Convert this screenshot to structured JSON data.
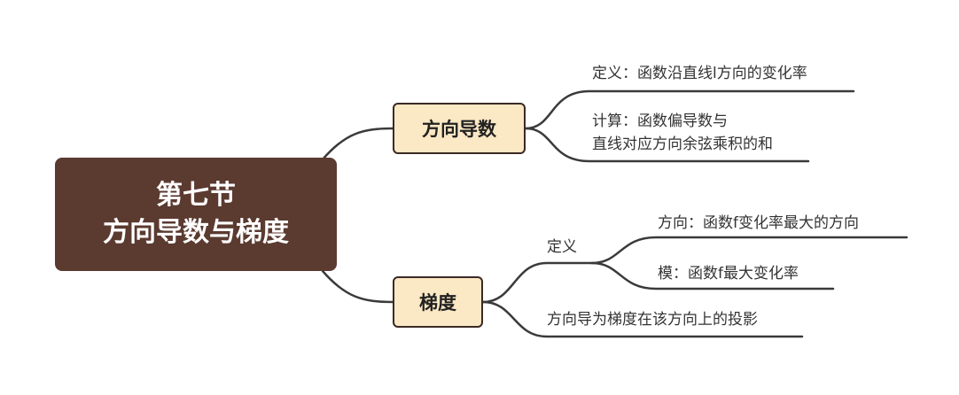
{
  "root": {
    "line1": "第七节",
    "line2": "方向导数与梯度"
  },
  "branches": [
    {
      "label": "方向导数",
      "children": [
        {
          "label": "定义：函数沿直线l方向的变化率"
        },
        {
          "line1": "计算：函数偏导数与",
          "line2": "直线对应方向余弦乘积的和"
        }
      ]
    },
    {
      "label": "梯度",
      "children": [
        {
          "label": "定义",
          "children": [
            {
              "label": "方向：函数f变化率最大的方向"
            },
            {
              "label": "模：函数f最大变化率"
            }
          ]
        },
        {
          "label": "方向导为梯度在该方向上的投影"
        }
      ]
    }
  ],
  "colors": {
    "root_bg": "#5b3a30",
    "branch_bg": "#fbe8c4",
    "line": "#3a3a3a"
  }
}
